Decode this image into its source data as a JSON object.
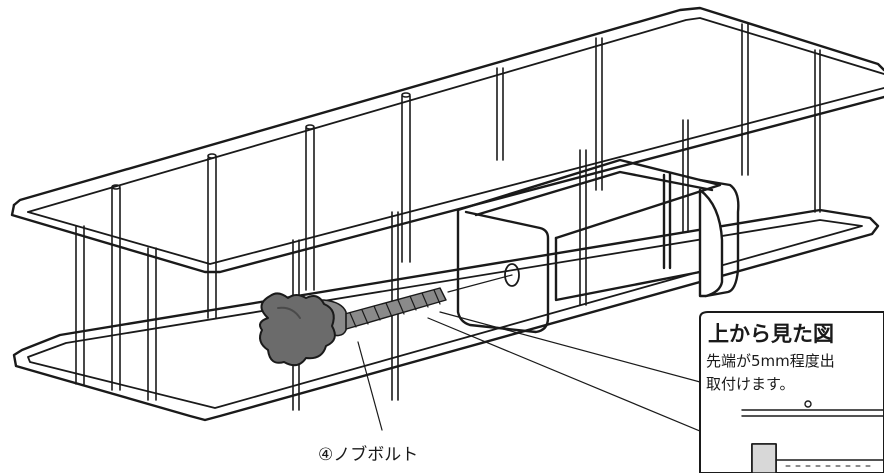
{
  "callouts": {
    "knob_bolt": "④ノブボルト"
  },
  "inset": {
    "title": "上から見た図",
    "note_line1": "先端が5mm程度出",
    "note_line2": "取付けます。"
  },
  "colors": {
    "line": "#1a1a1a",
    "knob": "#6b6b6b",
    "bolt": "#8a8a8a",
    "background": "#ffffff"
  }
}
